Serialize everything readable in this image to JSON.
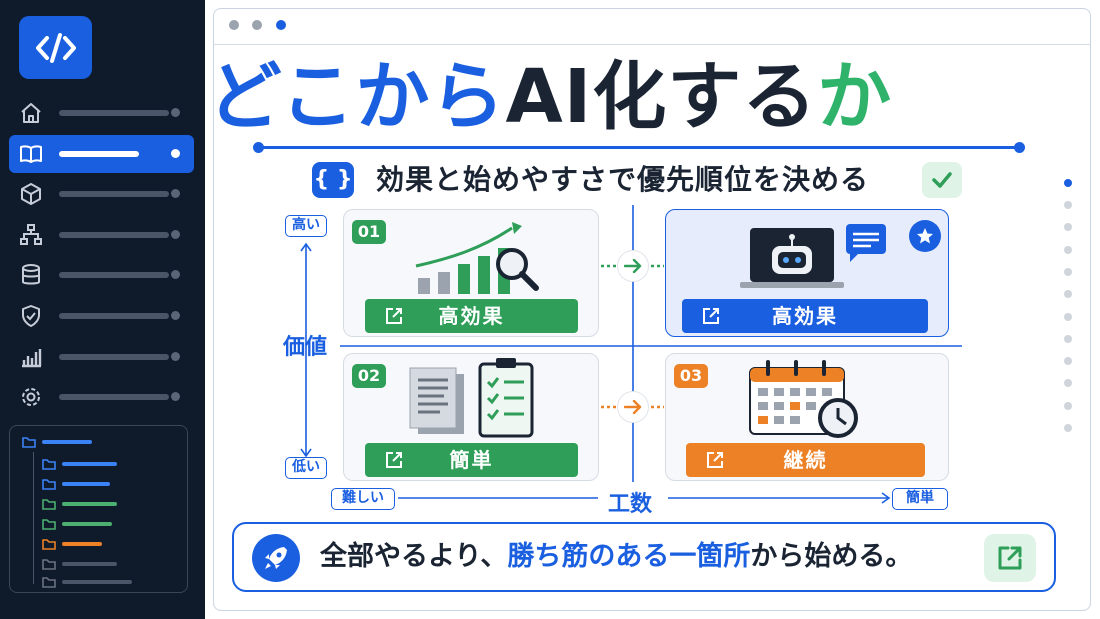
{
  "header": {
    "title_part1": "どこから",
    "title_part2": "AI化する",
    "title_part3": "か",
    "subtitle_badge": "{ }",
    "subtitle": "効果と始めやすさで優先順位を決める"
  },
  "axes": {
    "y_label": "価値",
    "y_high": "高い",
    "y_low": "低い",
    "x_label": "工数",
    "x_left": "難しい",
    "x_right": "簡単"
  },
  "quadrants": [
    {
      "number": "01",
      "label": "高効果",
      "color": "#2e9e58",
      "icon": "growth-chart-magnifier-icon"
    },
    {
      "number": "",
      "label": "高効果",
      "color": "#1a5fe0",
      "icon": "ai-robot-laptop-icon"
    },
    {
      "number": "02",
      "label": "簡単",
      "color": "#2e9e58",
      "icon": "documents-checklist-icon"
    },
    {
      "number": "03",
      "label": "継続",
      "color": "#ec8126",
      "icon": "calendar-clock-icon"
    }
  ],
  "banner": {
    "text_part1": "全部やるより、",
    "text_part2": "勝ち筋のある一箇所",
    "text_part3": "から始める。"
  },
  "colors": {
    "primary": "#1a5fe0",
    "green": "#2e9e58",
    "orange": "#ec8126",
    "sidebar_bg": "#0f1a2b"
  }
}
